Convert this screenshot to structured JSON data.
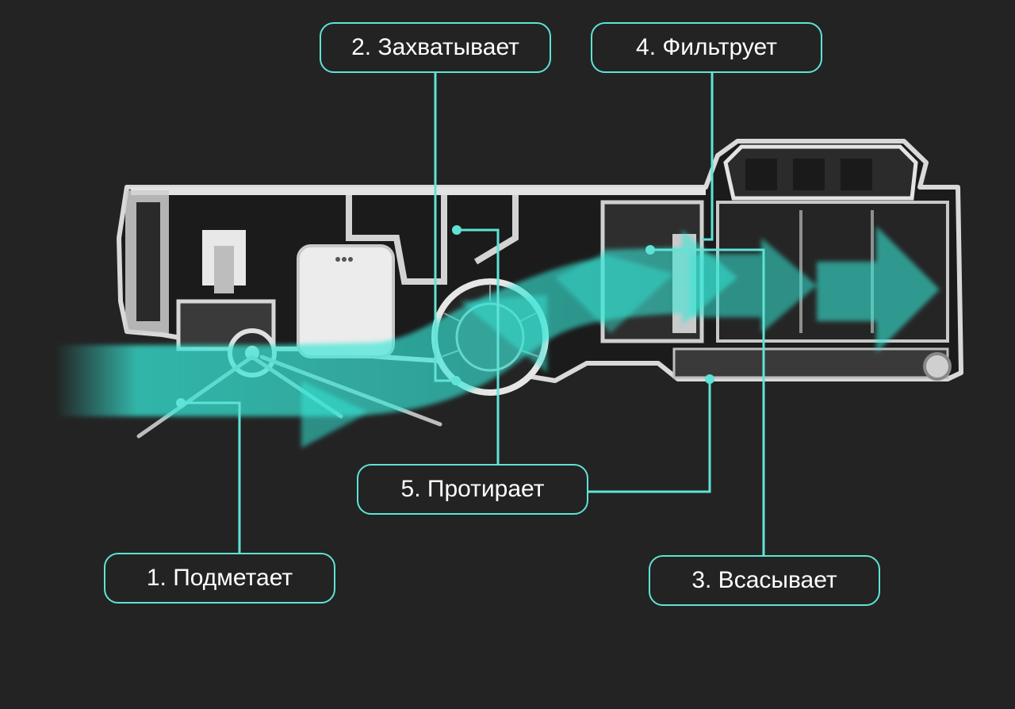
{
  "colors": {
    "background": "#232323",
    "accent": "#5fe3d6",
    "airflow": "#37e6d6",
    "label_text": "#ffffff"
  },
  "steps": [
    {
      "label": "1. Подметает"
    },
    {
      "label": "2. Захватывает"
    },
    {
      "label": "3. Всасывает"
    },
    {
      "label": "4. Фильтрует"
    },
    {
      "label": "5. Протирает"
    }
  ]
}
